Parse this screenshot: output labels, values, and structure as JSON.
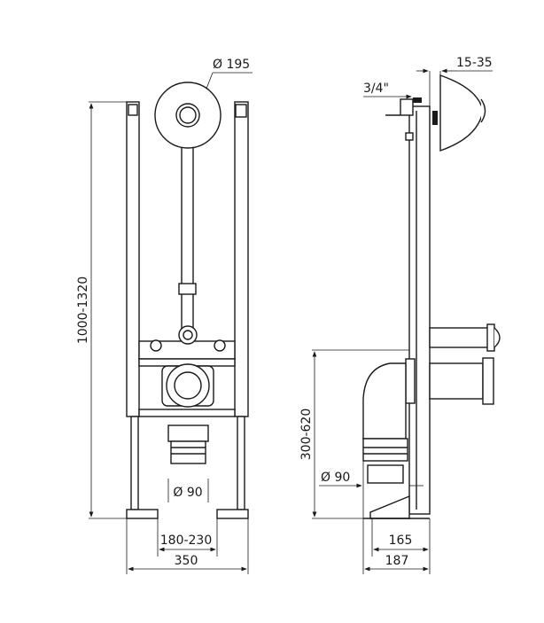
{
  "front_view": {
    "flush_plate_diameter": "Ø 195",
    "height_range": "1000-1320",
    "outlet_diameter": "Ø 90",
    "foot_spacing": "180-230",
    "width": "350"
  },
  "side_view": {
    "plate_offset": "15-35",
    "inlet_size": "3/4\"",
    "outlet_height": "300-620",
    "outlet_diameter": "Ø 90",
    "depth_inner": "165",
    "depth_total": "187"
  }
}
